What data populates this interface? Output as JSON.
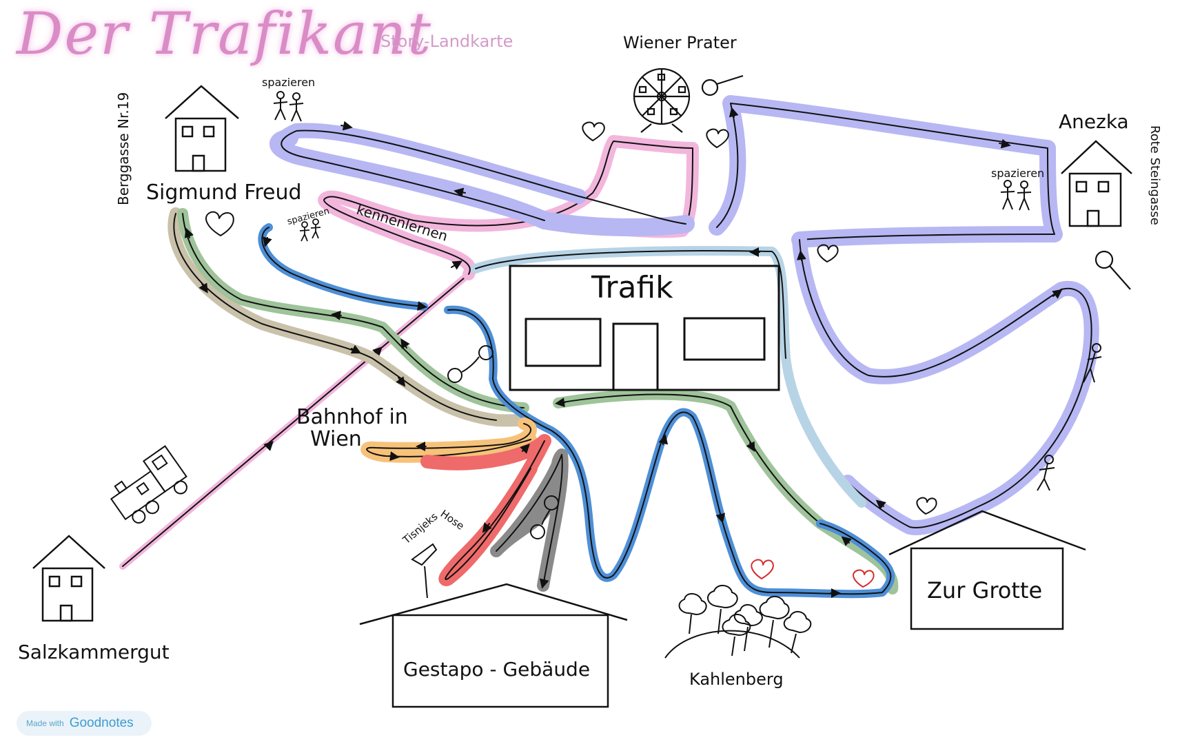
{
  "title": "Der Trafikant",
  "subtitle": "Story-Landkarte",
  "badge": {
    "made_with": "Made with",
    "brand": "Goodnotes"
  },
  "places": {
    "berggasse": "Berggasse Nr.19",
    "freud": "Sigmund Freud",
    "prater": "Wiener Prater",
    "anezka": "Anezka",
    "rote": "Rote Steingasse",
    "trafik": "Trafik",
    "bahnhof_line1": "Bahnhof in",
    "bahnhof_line2": "Wien",
    "salzkammergut": "Salzkammergut",
    "gestapo": "Gestapo - Gebäude",
    "kahlenberg": "Kahlenberg",
    "grotte": "Zur Grotte"
  },
  "annotations": {
    "spazieren_1": "spazieren",
    "spazieren_2": "spazieren",
    "spazieren_3": "spazieren",
    "kennenlernen": "kennenlernen",
    "hose_line1": "Tisnjeks",
    "hose_line2": "Hose"
  },
  "colors": {
    "pink": "#f2b6dc",
    "lavender": "#b7b7f3",
    "blue": "#4e8fd6",
    "green": "#9fc39a",
    "khaki": "#c9c1aa",
    "orange": "#f6c27a",
    "red": "#ef6a6a",
    "gray": "#8a8a8a",
    "lightblue": "#b7d4e6",
    "ink": "#111111",
    "heart_red": "#d62b2b"
  }
}
